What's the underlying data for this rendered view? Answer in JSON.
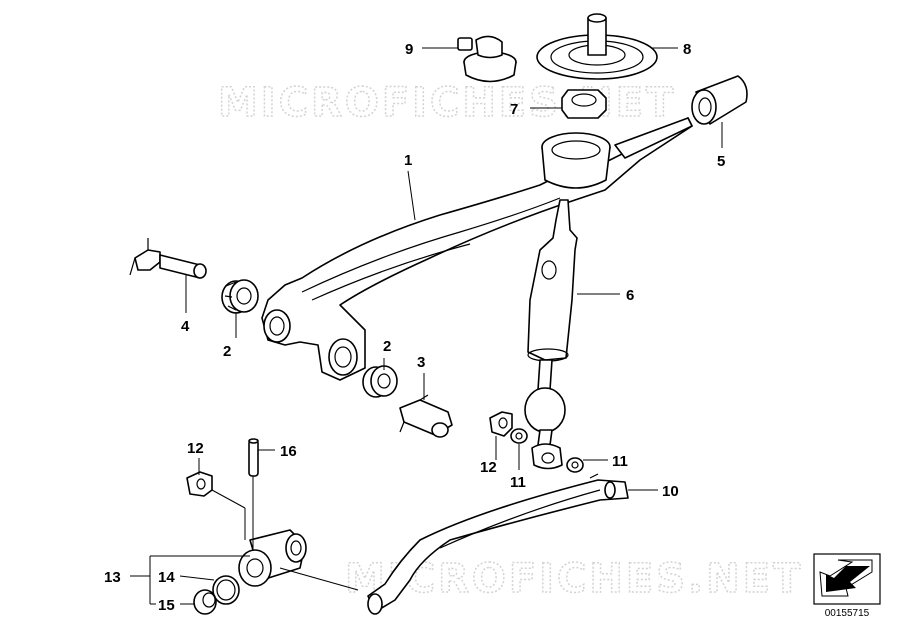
{
  "watermark": "MICROFICHES.NET",
  "diagram_code": "00155715",
  "callouts": [
    {
      "id": "c1",
      "text": "1"
    },
    {
      "id": "c2a",
      "text": "2"
    },
    {
      "id": "c2b",
      "text": "2"
    },
    {
      "id": "c3",
      "text": "3"
    },
    {
      "id": "c4",
      "text": "4"
    },
    {
      "id": "c5",
      "text": "5"
    },
    {
      "id": "c6",
      "text": "6"
    },
    {
      "id": "c7",
      "text": "7"
    },
    {
      "id": "c8",
      "text": "8"
    },
    {
      "id": "c9",
      "text": "9"
    },
    {
      "id": "c10",
      "text": "10"
    },
    {
      "id": "c11a",
      "text": "11"
    },
    {
      "id": "c11b",
      "text": "11"
    },
    {
      "id": "c12a",
      "text": "12"
    },
    {
      "id": "c12b",
      "text": "12"
    },
    {
      "id": "c13",
      "text": "13"
    },
    {
      "id": "c14",
      "text": "14"
    },
    {
      "id": "c15",
      "text": "15"
    },
    {
      "id": "c16",
      "text": "16"
    }
  ]
}
